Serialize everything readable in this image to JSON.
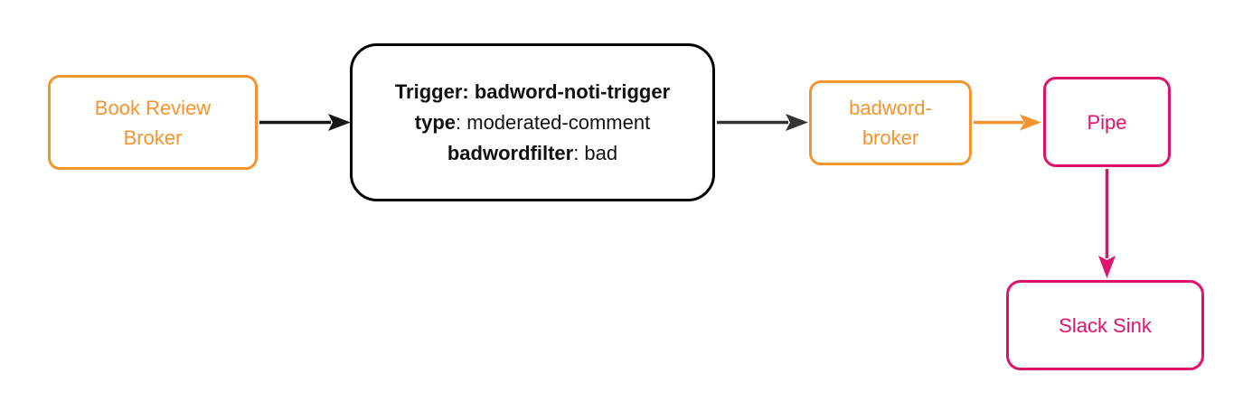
{
  "colors": {
    "background": "#FFFFFF",
    "orange": "#F5942D",
    "pink": "#E0136B",
    "ink": "#161616",
    "arrow_dark": "#343434",
    "box_black": "#000000"
  },
  "nodes": {
    "book_review_broker": {
      "line1": "Book Review",
      "line2": "Broker"
    },
    "trigger": {
      "line1": "Trigger: badword-noti-trigger",
      "line2_key": "type",
      "line2_rest": ": moderated-comment",
      "line3_key": "badwordfilter",
      "line3_rest": ": bad"
    },
    "badword_broker": {
      "line1": "badword-",
      "line2": "broker"
    },
    "pipe": {
      "label": "Pipe"
    },
    "slack_sink": {
      "label": "Slack Sink"
    }
  },
  "edges": [
    {
      "from": "Book Review Broker",
      "to": "Trigger",
      "color_ref": "ink"
    },
    {
      "from": "Trigger",
      "to": "badword-broker",
      "color_ref": "arrow_dark"
    },
    {
      "from": "badword-broker",
      "to": "Pipe",
      "color_ref": "orange"
    },
    {
      "from": "Pipe",
      "to": "Slack Sink",
      "color_ref": "pink"
    }
  ]
}
